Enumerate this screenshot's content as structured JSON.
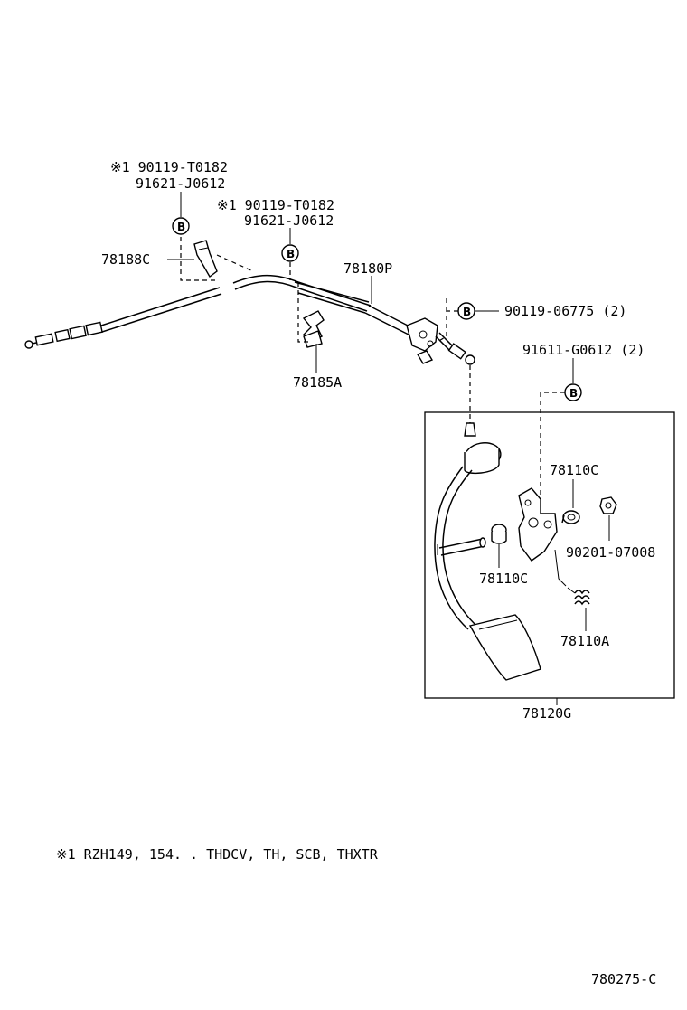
{
  "callouts": {
    "bolt_left_a": "※1 90119-T0182",
    "bolt_left_b": "91621-J0612",
    "bolt_mid_a": "※1 90119-T0182",
    "bolt_mid_b": "91621-J0612",
    "clamp_left": "78188C",
    "cable": "78180P",
    "bolt_right": "90119-06775 (2)",
    "bolt_pedal": "91611-G0612 (2)",
    "clamp_mid": "78185A",
    "bushing_upper": "78110C",
    "nut": "90201-07008",
    "bushing_lower": "78110C",
    "spring": "78110A",
    "pedal_assembly": "78120G"
  },
  "marker_letter": "B",
  "footnote": "※1  RZH149, 154. . THDCV, TH, SCB, THXTR",
  "diagram_id": "780275-C"
}
